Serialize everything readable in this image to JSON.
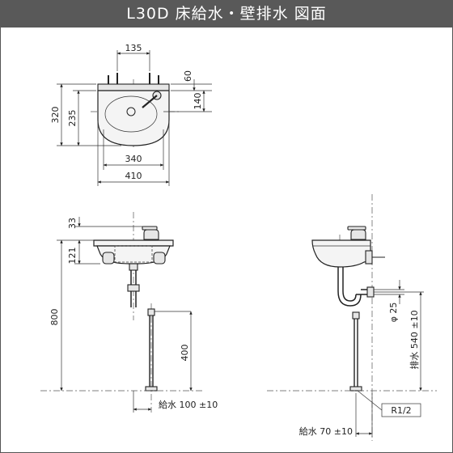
{
  "title": "L30D 床給水・壁排水 図面",
  "top_view": {
    "dims": {
      "d135": "135",
      "d60": "60",
      "d140": "140",
      "d320": "320",
      "d235": "235",
      "d340": "340",
      "d410": "410"
    }
  },
  "front_view": {
    "dims": {
      "d33": "33",
      "d121": "121",
      "d800": "800",
      "d400": "400",
      "supply": "給水 100 ±10"
    }
  },
  "side_view": {
    "dims": {
      "d25": "φ 25",
      "drain": "排水 540 ±10",
      "thread": "R1/2",
      "supply": "給水 70 ±10"
    }
  }
}
